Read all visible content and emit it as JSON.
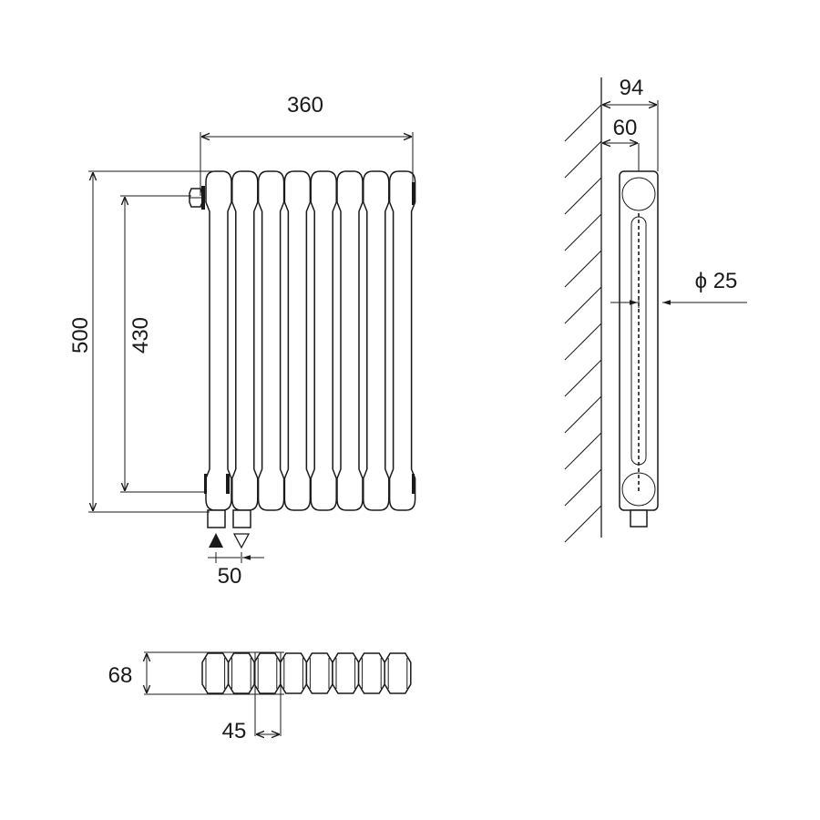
{
  "front_view": {
    "column_count": 8,
    "dimensions": {
      "width": "360",
      "height": "500",
      "pipe_centres": "430",
      "connection_spacing": "50"
    },
    "symbols": {
      "inlet": "filled-triangle-flow-in",
      "outlet": "outline-triangle-flow-out"
    }
  },
  "side_view": {
    "dimensions": {
      "depth": "94",
      "wall_to_centre": "60",
      "pipe_diameter": "ϕ 25"
    }
  },
  "top_view": {
    "column_count": 8,
    "dimensions": {
      "depth": "68",
      "column_pitch": "45"
    }
  },
  "colors": {
    "line": "#1a1a1a",
    "background": "#ffffff"
  }
}
